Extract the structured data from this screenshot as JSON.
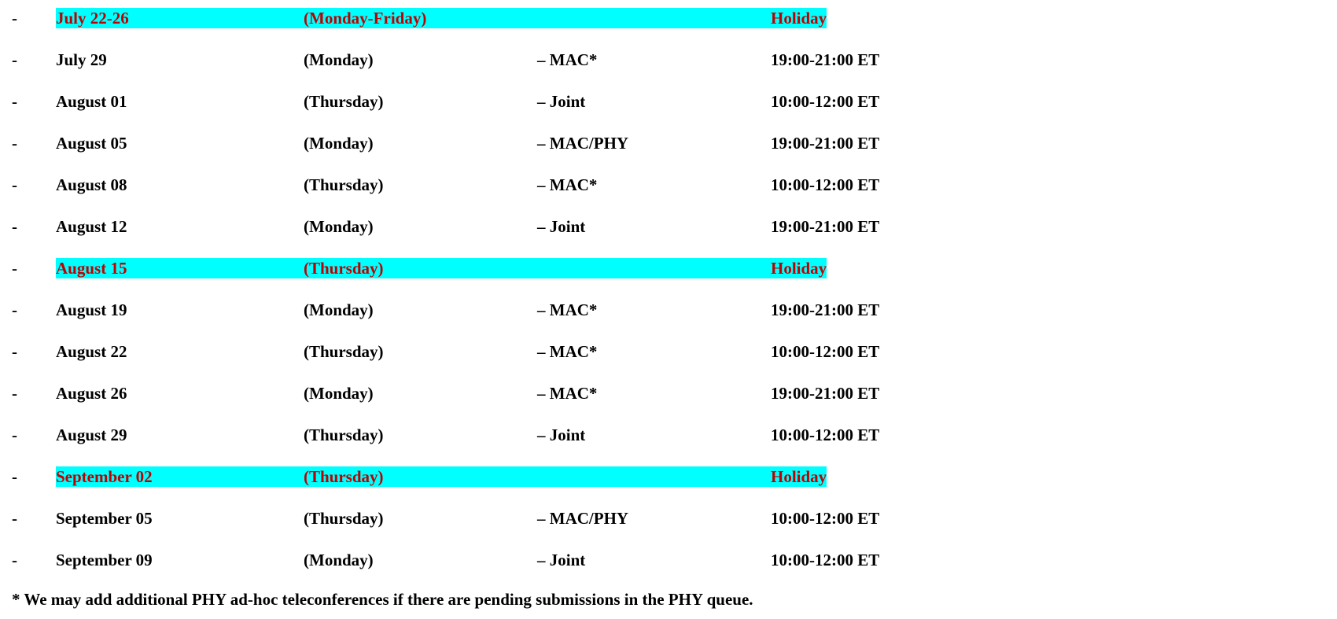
{
  "colors": {
    "holiday_text": "#c00000",
    "holiday_highlight": "#00ffff",
    "text": "#000000"
  },
  "rows": [
    {
      "dash": "-",
      "date": "July 22-26",
      "day": "(Monday-Friday)",
      "group": "",
      "time": "Holiday",
      "holiday": true
    },
    {
      "dash": "-",
      "date": "July 29",
      "day": "(Monday)",
      "group": " – MAC*",
      "time": "19:00-21:00 ET",
      "holiday": false
    },
    {
      "dash": "-",
      "date": "August 01",
      "day": "(Thursday)",
      "group": " – Joint",
      "time": "10:00-12:00 ET",
      "holiday": false
    },
    {
      "dash": "-",
      "date": "August 05",
      "day": "(Monday)",
      "group": "– MAC/PHY",
      "time": "19:00-21:00 ET",
      "holiday": false
    },
    {
      "dash": "-",
      "date": "August 08",
      "day": "(Thursday)",
      "group": "– MAC*",
      "time": "10:00-12:00 ET",
      "holiday": false
    },
    {
      "dash": "-",
      "date": "August 12",
      "day": "(Monday)",
      "group": "– Joint",
      "time": "19:00-21:00 ET",
      "holiday": false
    },
    {
      "dash": "-",
      "date": "August 15",
      "day": "(Thursday)",
      "group": "",
      "time": "Holiday",
      "holiday": true
    },
    {
      "dash": "-",
      "date": "August 19",
      "day": "(Monday)",
      "group": "– MAC*",
      "time": "19:00-21:00 ET",
      "holiday": false
    },
    {
      "dash": "-",
      "date": "August 22",
      "day": "(Thursday)",
      "group": "– MAC*",
      "time": "10:00-12:00 ET",
      "holiday": false
    },
    {
      "dash": "-",
      "date": "August 26",
      "day": "(Monday)",
      "group": "– MAC*",
      "time": "19:00-21:00 ET",
      "holiday": false
    },
    {
      "dash": "-",
      "date": "August 29",
      "day": "(Thursday)",
      "group": "– Joint",
      "time": "10:00-12:00 ET",
      "holiday": false
    },
    {
      "dash": "-",
      "date": "September 02",
      "day": "(Thursday)",
      "group": "",
      "time": "Holiday",
      "holiday": true
    },
    {
      "dash": "-",
      "date": "September 05",
      "day": "(Thursday)",
      "group": "– MAC/PHY",
      "time": "10:00-12:00 ET",
      "holiday": false
    },
    {
      "dash": "-",
      "date": "September 09",
      "day": "(Monday)",
      "group": "– Joint",
      "time": "10:00-12:00 ET",
      "holiday": false
    }
  ],
  "footnote": "* We may add additional PHY ad-hoc teleconferences if there are pending submissions in the PHY queue."
}
